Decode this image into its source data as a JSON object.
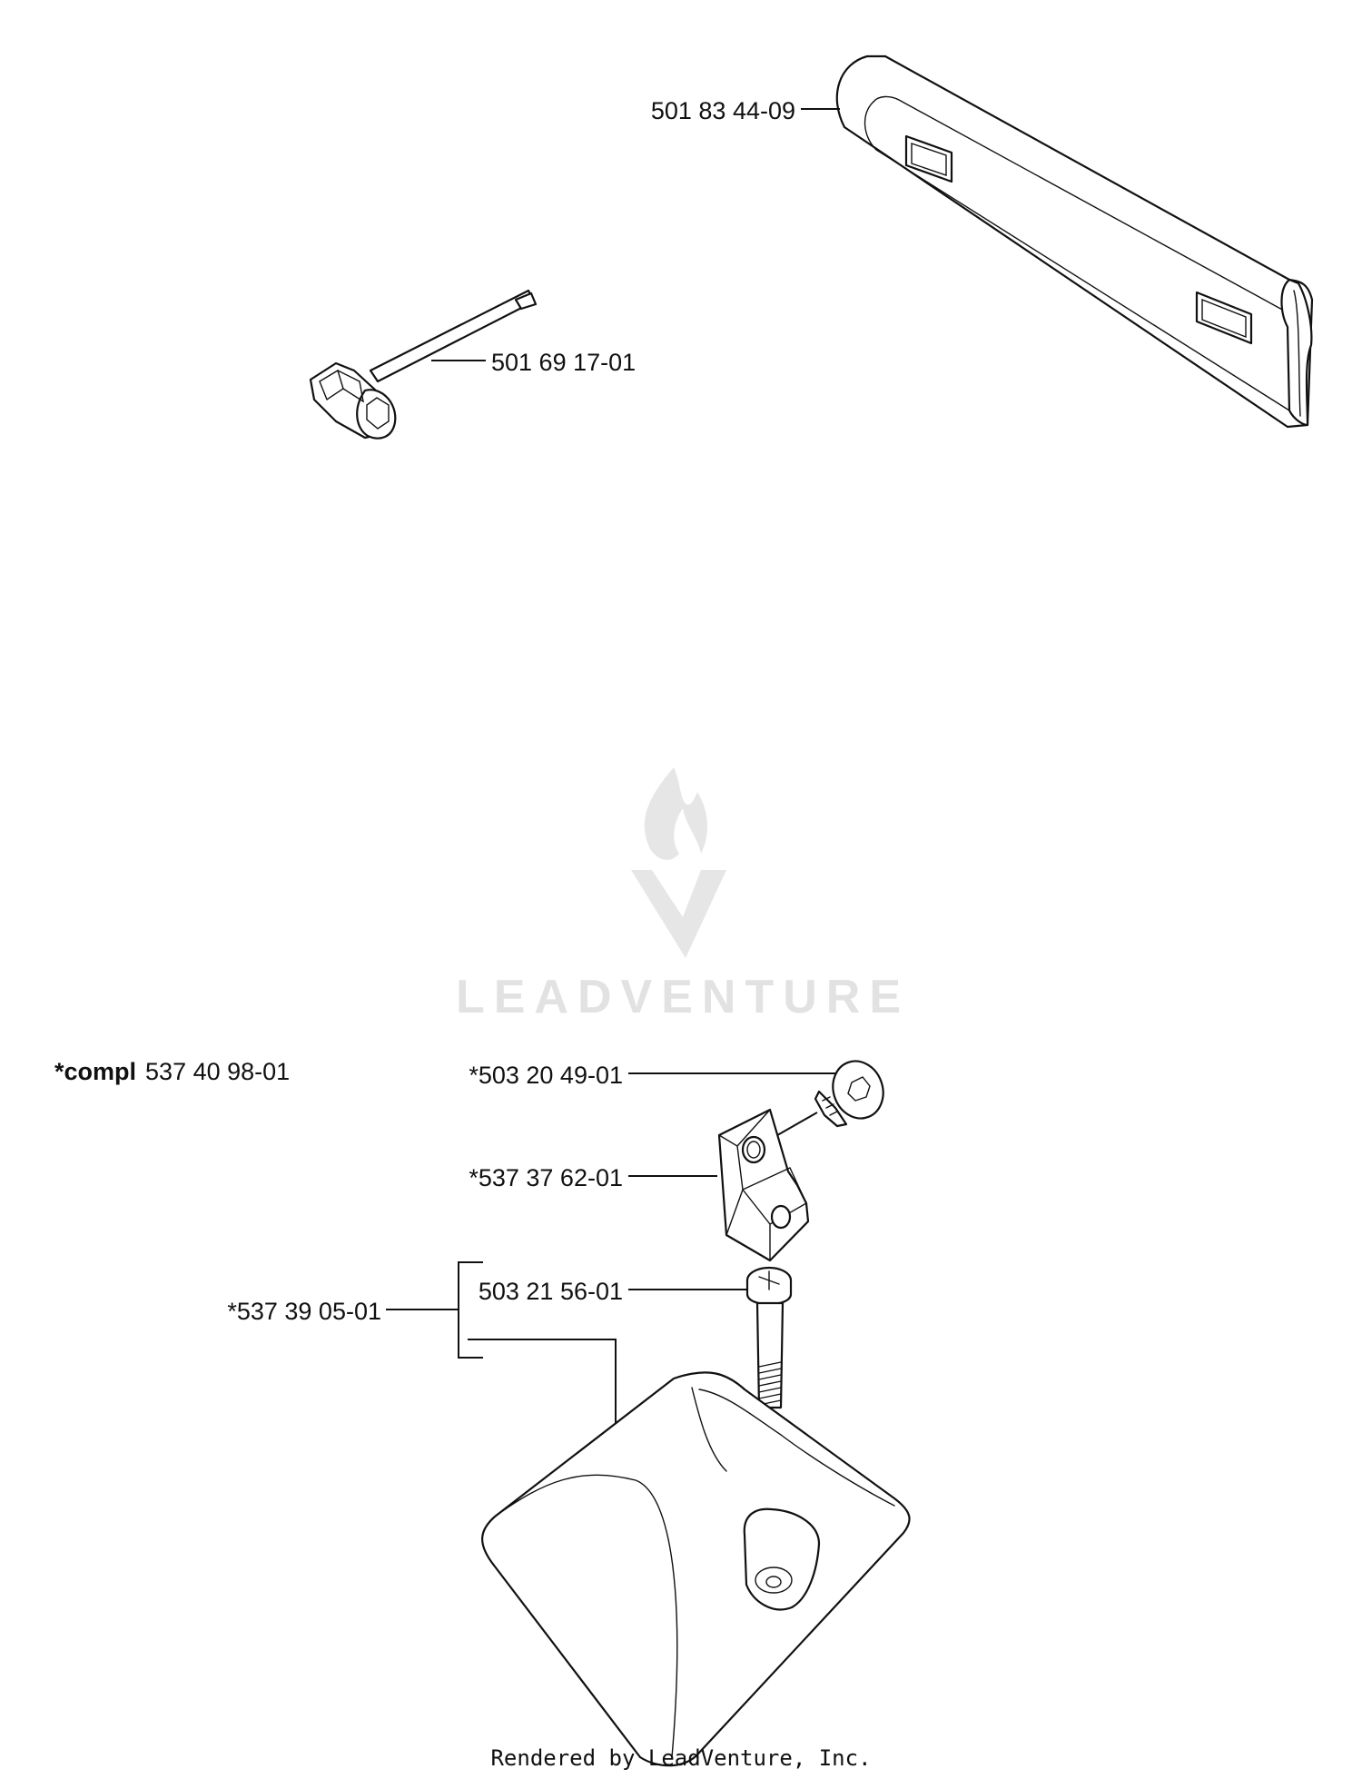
{
  "diagram": {
    "callouts": {
      "bar_cover": "501 83 44-09",
      "combi_wrench": "501 69 17-01",
      "kit_prefix": "*compl",
      "kit_number": "537 40 98-01",
      "screw_top": "*503 20 49-01",
      "block": "*537 37 62-01",
      "assembly": "*537 39 05-01",
      "screw_long": "503 21 56-01"
    },
    "watermark": "LEADVENTURE",
    "footer": "Rendered by LeadVenture, Inc."
  }
}
